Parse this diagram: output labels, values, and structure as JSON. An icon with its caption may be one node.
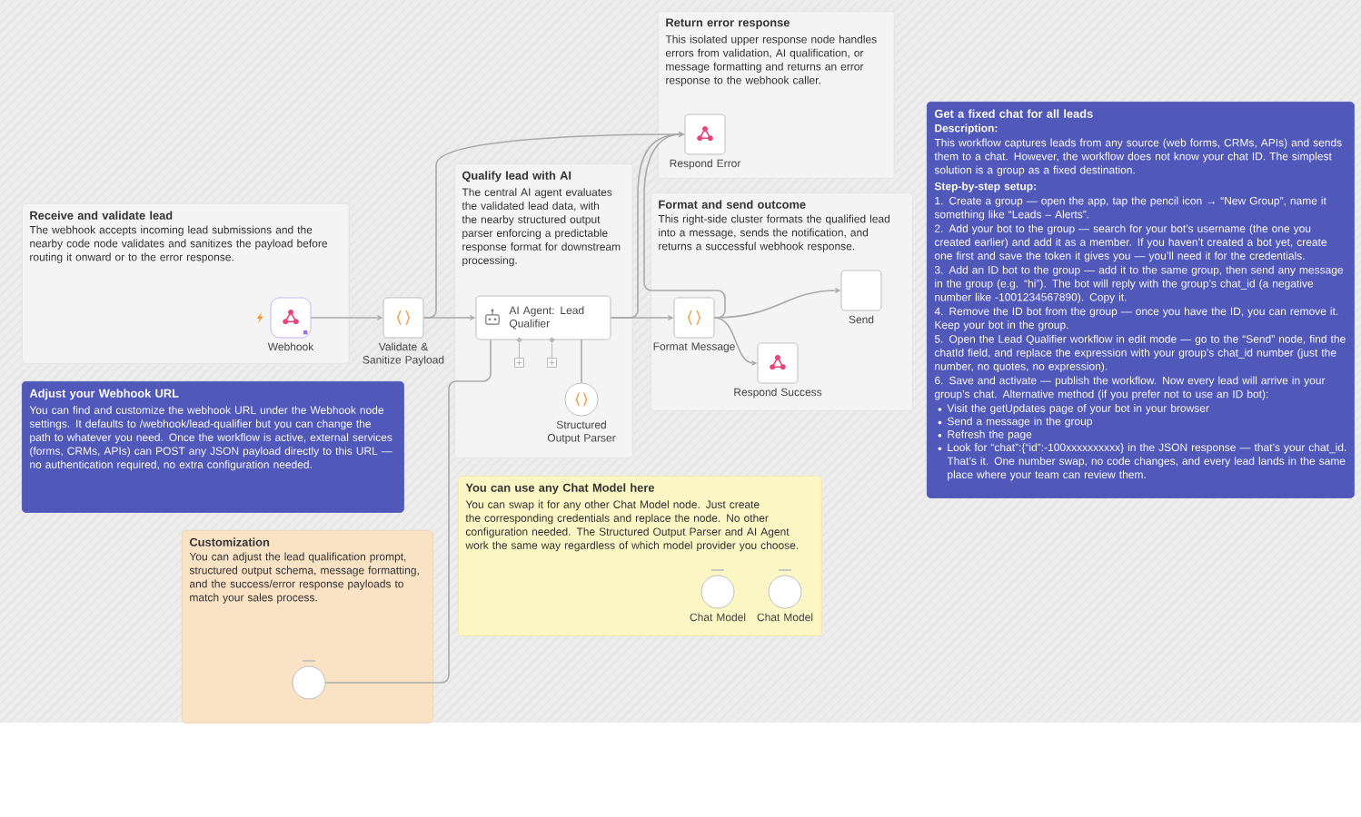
{
  "diagram": {
    "nodes": [
      {
        "text": [
          "Receive and validate lead",
          "The webhook accepts incoming lead submissions and the nearby code node validates and sanitizes the payload before routing it onward or to the error response."
        ]
      },
      {
        "text": [
          "Webhook"
        ],
        "in": 0
      },
      {
        "text": [
          "Validate & Sanitize Payload"
        ]
      },
      {
        "text": [
          "Adjust your Webhook URL",
          "You can find and customize the webhook URL under the Webhook node settings. It defaults to /webhook/lead-qualifier but you can change the path to whatever you need. Once the workflow is active, external services (forms, CRMs, APIs) can POST any JSON payload directly to this URL — no authentication required, no extra configuration needed."
        ]
      },
      {
        "text": [
          "Qualify lead with AI",
          "The central AI agent evaluates the validated lead data, with the nearby structured output parser enforcing a predictable response format for downstream processing."
        ]
      },
      {
        "text": [
          "AI Agent: Lead Qualifier"
        ],
        "in": 4
      },
      {
        "text": [
          "Structured Output Parser"
        ],
        "in": 4
      },
      {
        "text": [
          "Return error response",
          "This isolated upper response node handles errors from validation, AI qualification, or message formatting and returns an error response to the webhook caller."
        ]
      },
      {
        "text": [
          "Respond Error"
        ],
        "in": 7
      },
      {
        "text": [
          "Format and send outcome",
          "This right-side cluster formats the qualified lead into a message, sends the notification, and returns a successful webhook response."
        ]
      },
      {
        "text": [
          "Format Message"
        ],
        "in": 9
      },
      {
        "text": [
          "Send"
        ],
        "in": 9
      },
      {
        "text": [
          "Respond Success"
        ],
        "in": 9
      },
      {
        "text": [
          "Get a fixed chat for all leads",
          "Description:",
          "This workflow captures leads from any source (web forms, CRMs, APIs) and sends them to a chat. However, the workflow does not know your chat ID. The simplest solution is a group as a fixed destination.",
          "Step-by-step setup:",
          "1. Create a group — open the app, tap the pencil icon → “New Group”, name it something like “Leads – Alerts”.",
          "2. Add your bot to the group — search for your bot’s username (the one you created earlier) and add it as a member. If you haven’t created a bot yet, create one first and save the token it gives you — you’ll need it for the credentials.",
          "3. Add an ID bot to the group — add it to the same group, then send any message in the group (e.g. “hi”). The bot will reply with the group’s chat_id (a negative number like -1001234567890). Copy it.",
          "4. Remove the ID bot from the group — once you have the ID, you can remove it. Keep your bot in the group.",
          "5. Open the Lead Qualifier workflow in edit mode — go to the “Send” node, find the chatId field, and replace the expression with your group’s chat_id number (just the number, no quotes, no expression).",
          "6. Save and activate — publish the workflow. Now every lead will arrive in your group’s chat. Alternative method (if you prefer not to use an ID bot):",
          "Visit the getUpdates page of your bot in your browser",
          "Send a message in the group",
          "Refresh the page",
          "Look for “chat”:{“id”:-100xxxxxxxxxx} in the JSON response — that’s your chat_id. That’s it. One number swap, no code changes, and every lead lands in the same place where your team can review them."
        ]
      },
      {
        "text": [
          "You can use any Chat Model here",
          "You can swap it for any other Chat Model node. Just create the corresponding credentials and replace the node. No other configuration needed. The Structured Output Parser and AI Agent work the same way regardless of which model provider you choose."
        ]
      },
      {
        "text": [
          "Chat Model"
        ],
        "in": 14
      },
      {
        "text": [
          "Chat Model"
        ],
        "in": 14
      },
      {
        "text": [
          "Customization",
          "You can adjust the lead qualification prompt, structured output schema, message formatting, and the success/error response payloads to match your sales process."
        ]
      },
      {
        "text": [],
        "shape": "circle",
        "in": 17
      }
    ],
    "edges": [
      {
        "from": 1,
        "to": 2,
        "arrow": "to"
      },
      {
        "from": 2,
        "to": 5,
        "arrow": "to"
      },
      {
        "from": 2,
        "to": 8,
        "arrow": "to"
      },
      {
        "from": 5,
        "to": 10,
        "arrow": "to"
      },
      {
        "from": 5,
        "to": 8,
        "arrow": "to"
      },
      {
        "from": 10,
        "to": 11,
        "arrow": "to"
      },
      {
        "from": 10,
        "to": 12,
        "arrow": "to"
      },
      {
        "from": 10,
        "to": 8,
        "arrow": "to"
      },
      {
        "from": 6,
        "to": 5,
        "arrow": "none"
      },
      {
        "from": 18,
        "to": 5,
        "arrow": "none"
      }
    ]
  }
}
